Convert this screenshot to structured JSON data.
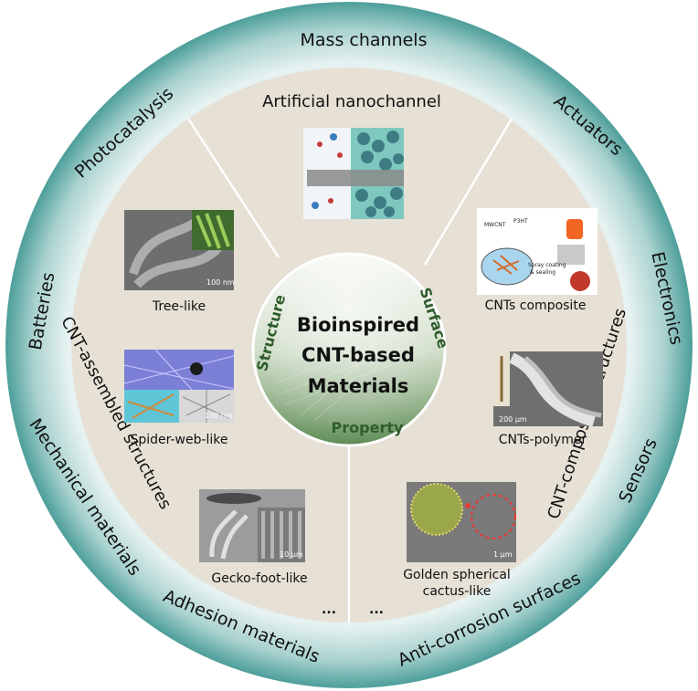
{
  "colors": {
    "outer_ring_light": "#e6f2f1",
    "outer_ring_dark": "#4d9e9a",
    "sector_fill": "#e6e0d5",
    "core_top": "#f4f7f1",
    "core_bottom": "#5c8a52",
    "core_label": "#2f5d2c"
  },
  "center": {
    "title_lines": [
      "Bioinspired",
      "CNT-based",
      "Materials"
    ],
    "labels": {
      "left": "Structure",
      "right": "Surface",
      "bottom": "Property"
    }
  },
  "applications": [
    {
      "id": "mass-channels",
      "label": "Mass channels"
    },
    {
      "id": "photocatalysis",
      "label": "Photocatalysis"
    },
    {
      "id": "actuators",
      "label": "Actuators"
    },
    {
      "id": "batteries",
      "label": "Batteries"
    },
    {
      "id": "electronics",
      "label": "Electronics"
    },
    {
      "id": "mechanical-materials",
      "label": "Mechanical materials"
    },
    {
      "id": "sensors",
      "label": "Sensors"
    },
    {
      "id": "adhesion-materials",
      "label": "Adhesion materials"
    },
    {
      "id": "anti-corrosion-surfaces",
      "label": "Anti-corrosion surfaces"
    }
  ],
  "sectors": {
    "top": "Artificial nanochannel",
    "left": "CNT-assembled structures",
    "right": "CNT-composites structures"
  },
  "examples": {
    "tree": {
      "caption": "Tree-like",
      "scale": "100 nm"
    },
    "spider": {
      "caption": "Spider-web-like",
      "scale": "100 nm"
    },
    "gecko": {
      "caption": "Gecko-foot-like",
      "scale": "10 μm"
    },
    "cactus": {
      "caption_lines": [
        "Golden spherical",
        "cactus-like"
      ],
      "scale": "1 μm"
    },
    "composite": {
      "caption": "CNTs composite",
      "mini_labels": [
        "MWCNT",
        "P3HT",
        "Spray coating",
        "& sealing"
      ]
    },
    "polymer": {
      "caption": "CNTs-polymer",
      "scale": "200 μm"
    }
  },
  "ellipsis": "..."
}
